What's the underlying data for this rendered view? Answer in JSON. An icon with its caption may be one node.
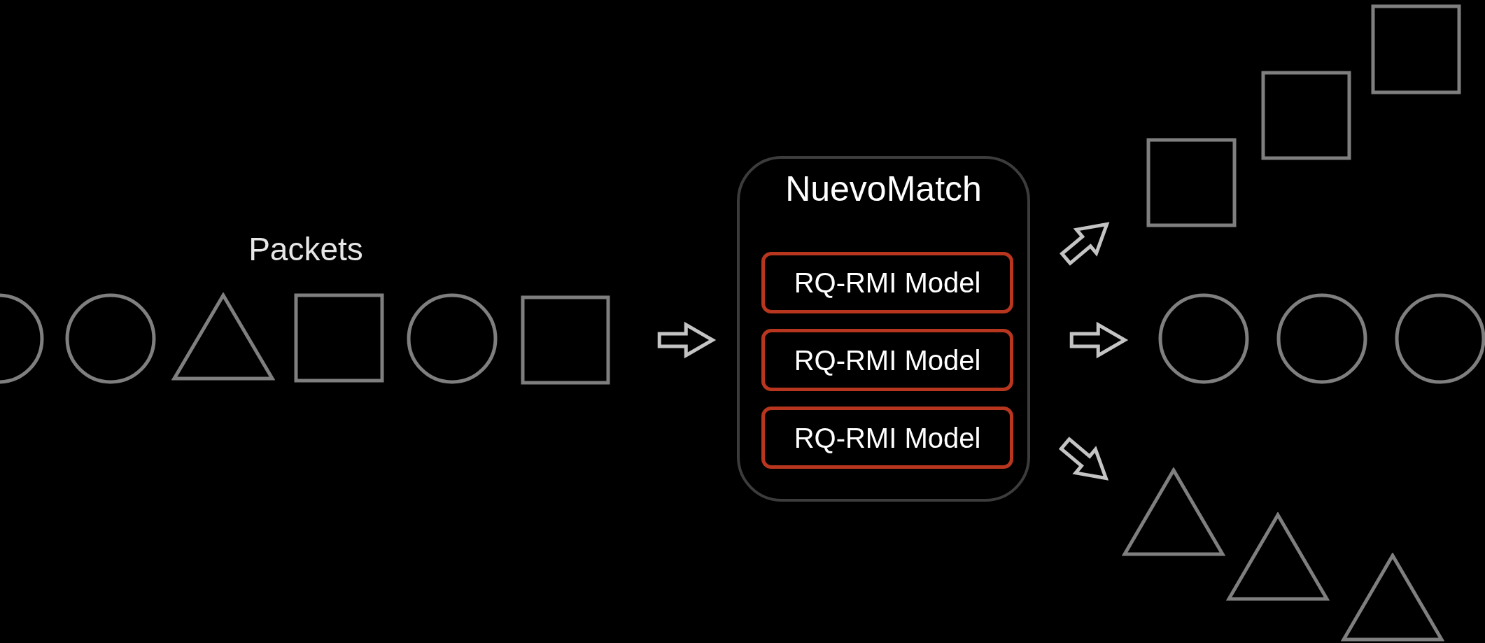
{
  "diagram": {
    "nodes": [
      {
        "text": [],
        "shape": "circle"
      },
      {
        "text": [],
        "shape": "circle"
      },
      {
        "text": [],
        "shape": "triangle"
      },
      {
        "text": [],
        "shape": "box"
      },
      {
        "text": [],
        "shape": "circle"
      },
      {
        "text": [],
        "shape": "box"
      },
      {
        "text": [
          "NuevoMatch"
        ]
      },
      {
        "text": [
          "RQ-RMI Model"
        ],
        "in": 6
      },
      {
        "text": [
          "RQ-RMI Model"
        ],
        "in": 6
      },
      {
        "text": [
          "RQ-RMI Model"
        ],
        "in": 6
      },
      {
        "text": [],
        "shape": "box"
      },
      {
        "text": [],
        "shape": "box"
      },
      {
        "text": [],
        "shape": "box"
      },
      {
        "text": [],
        "shape": "circle"
      },
      {
        "text": [],
        "shape": "circle"
      },
      {
        "text": [],
        "shape": "circle"
      },
      {
        "text": [],
        "shape": "triangle"
      },
      {
        "text": [],
        "shape": "triangle"
      },
      {
        "text": [],
        "shape": "triangle"
      }
    ],
    "edges": [
      {
        "from": 5,
        "to": 6,
        "arrow": "to"
      },
      {
        "from": 6,
        "to": 10,
        "arrow": "to"
      },
      {
        "from": 6,
        "to": 13,
        "arrow": "to"
      },
      {
        "from": 6,
        "to": 16,
        "arrow": "to"
      }
    ],
    "labels": [
      "Packets"
    ]
  }
}
